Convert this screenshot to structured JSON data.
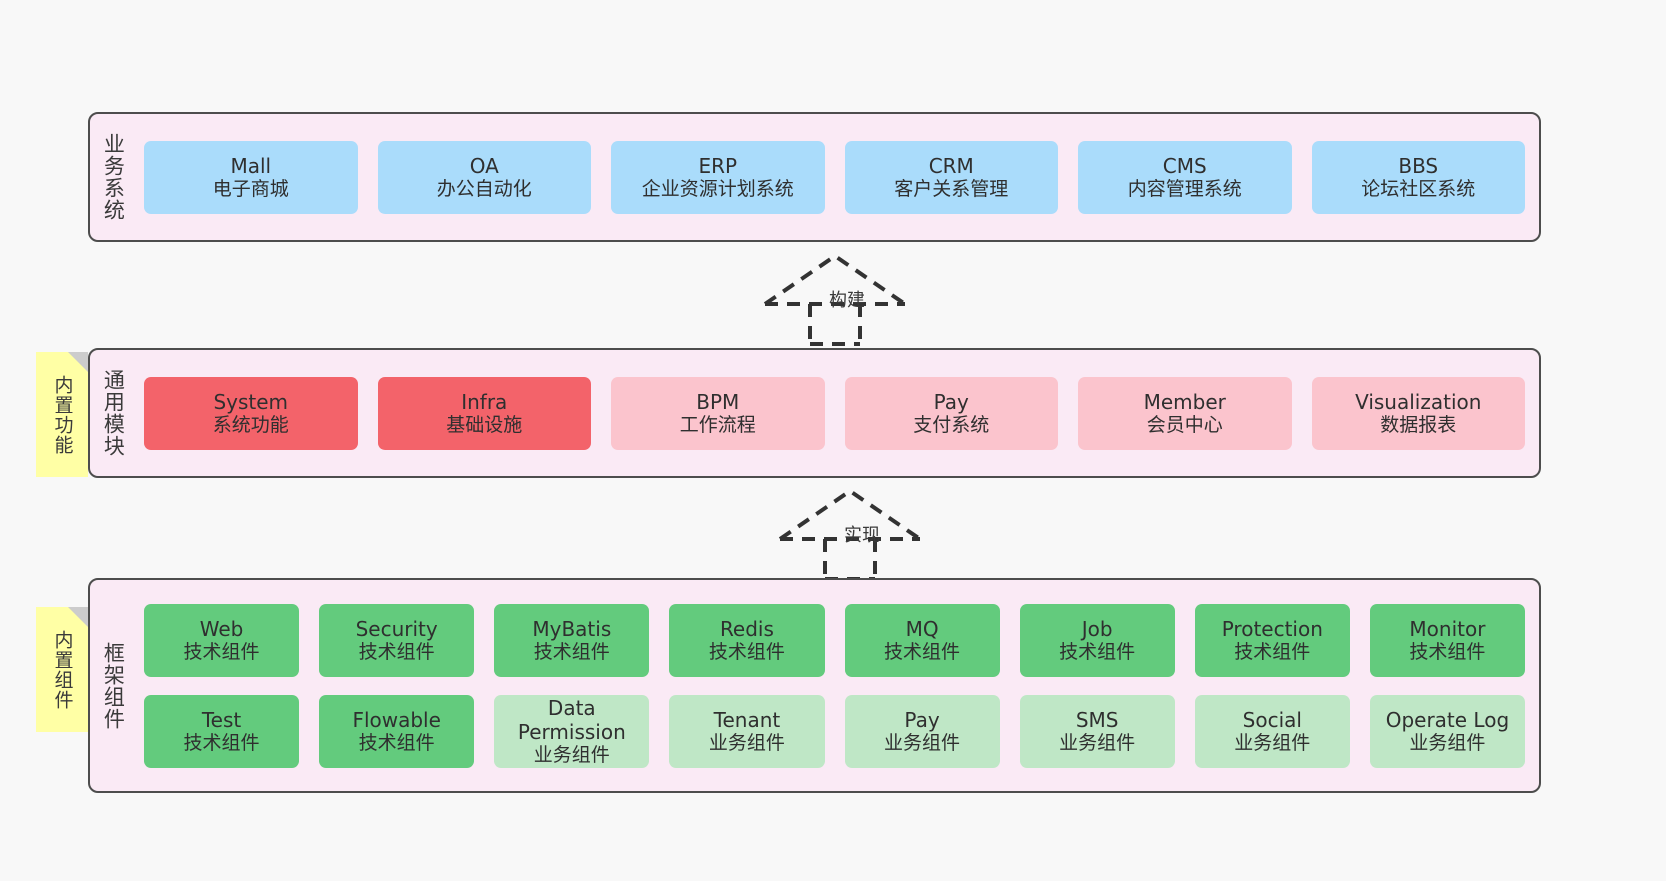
{
  "colors": {
    "background": "#f8f8f8",
    "layer_fill": "#faeaf5",
    "layer_border": "#4d4d4d",
    "blue": "#aadcfb",
    "red": "#f3636a",
    "pink": "#fbc4cd",
    "green": "#63cb7d",
    "light_green": "#bfe7c6",
    "sticky_yellow": "#ffffa5",
    "sticky_fold": "#cccccc",
    "arrow": "#333333"
  },
  "layers": [
    {
      "id": "business",
      "title": "业务系统",
      "rows": [
        [
          {
            "en": "Mall",
            "cn": "电子商城",
            "color": "blue"
          },
          {
            "en": "OA",
            "cn": "办公自动化",
            "color": "blue"
          },
          {
            "en": "ERP",
            "cn": "企业资源计划系统",
            "color": "blue"
          },
          {
            "en": "CRM",
            "cn": "客户关系管理",
            "color": "blue"
          },
          {
            "en": "CMS",
            "cn": "内容管理系统",
            "color": "blue"
          },
          {
            "en": "BBS",
            "cn": "论坛社区系统",
            "color": "blue"
          }
        ]
      ]
    },
    {
      "id": "common",
      "title": "通用模块",
      "sticky": "内置功能",
      "rows": [
        [
          {
            "en": "System",
            "cn": "系统功能",
            "color": "red"
          },
          {
            "en": "Infra",
            "cn": "基础设施",
            "color": "red"
          },
          {
            "en": "BPM",
            "cn": "工作流程",
            "color": "pink"
          },
          {
            "en": "Pay",
            "cn": "支付系统",
            "color": "pink"
          },
          {
            "en": "Member",
            "cn": "会员中心",
            "color": "pink"
          },
          {
            "en": "Visualization",
            "cn": "数据报表",
            "color": "pink"
          }
        ]
      ]
    },
    {
      "id": "framework",
      "title": "框架组件",
      "sticky": "内置组件",
      "rows": [
        [
          {
            "en": "Web",
            "cn": "技术组件",
            "color": "green"
          },
          {
            "en": "Security",
            "cn": "技术组件",
            "color": "green"
          },
          {
            "en": "MyBatis",
            "cn": "技术组件",
            "color": "green"
          },
          {
            "en": "Redis",
            "cn": "技术组件",
            "color": "green"
          },
          {
            "en": "MQ",
            "cn": "技术组件",
            "color": "green"
          },
          {
            "en": "Job",
            "cn": "技术组件",
            "color": "green"
          },
          {
            "en": "Protection",
            "cn": "技术组件",
            "color": "green"
          },
          {
            "en": "Monitor",
            "cn": "技术组件",
            "color": "green"
          }
        ],
        [
          {
            "en": "Test",
            "cn": "技术组件",
            "color": "green"
          },
          {
            "en": "Flowable",
            "cn": "技术组件",
            "color": "green"
          },
          {
            "en": "Data Permission",
            "cn": "业务组件",
            "color": "light_green"
          },
          {
            "en": "Tenant",
            "cn": "业务组件",
            "color": "light_green"
          },
          {
            "en": "Pay",
            "cn": "业务组件",
            "color": "light_green"
          },
          {
            "en": "SMS",
            "cn": "业务组件",
            "color": "light_green"
          },
          {
            "en": "Social",
            "cn": "业务组件",
            "color": "light_green"
          },
          {
            "en": "Operate Log",
            "cn": "业务组件",
            "color": "light_green"
          }
        ]
      ]
    }
  ],
  "arrows": [
    {
      "id": "build",
      "label": "构建",
      "style": "dashed-generalization",
      "from": "common",
      "to": "business"
    },
    {
      "id": "realize",
      "label": "实现",
      "style": "dashed-generalization",
      "from": "framework",
      "to": "common"
    }
  ]
}
